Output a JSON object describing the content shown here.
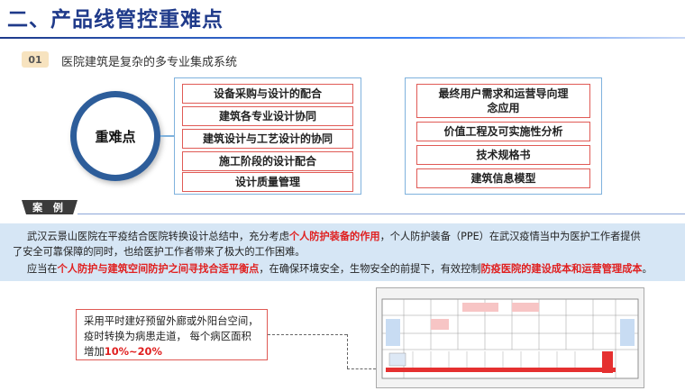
{
  "header": {
    "title": "二、产品线管控重难点"
  },
  "section": {
    "number": "01",
    "text": "医院建筑是复杂的多专业集成系统"
  },
  "center": {
    "label": "重难点"
  },
  "left_items": [
    "设备采购与设计的配合",
    "建筑各专业设计协同",
    "建筑设计与工艺设计的协同",
    "施工阶段的设计配合",
    "设计质量管理"
  ],
  "right_items": [
    "最终用户需求和运营导向理念应用",
    "价值工程及可实施性分析",
    "技术规格书",
    "建筑信息模型"
  ],
  "case": {
    "tag": "案 例",
    "p1_a": "武汉云景山医院在平疫结合医院转换设计总结中，充分考虑",
    "p1_hl": "个人防护装备的作用",
    "p1_b": "，个人防护装备（PPE）在武汉疫情当中为医护工作者提供",
    "p1_c": "了安全可靠保障的同时，也给医护工作者带来了极大的工作困难。",
    "p2_a": "应当在",
    "p2_hl1": "个人防护与建筑空间防护之间寻找合适平衡点",
    "p2_b": "，在确保环境安全，生物安全的前提下，有效控制",
    "p2_hl2": "防疫医院的建设成本和运营管理成本",
    "p2_c": "。"
  },
  "note": {
    "line1": "采用平时建好预留外廊或外阳台空间，",
    "line2": "疫时转换为病患走道， 每个病区面积",
    "line3_a": "增加",
    "line3_hl": "10%~20%"
  },
  "colors": {
    "title": "#1f3a8a",
    "accent_red": "#e02020",
    "box_border": "#7fb2dd",
    "item_border": "#e05a55",
    "case_bg": "#d6e6f5",
    "circle": "#2d5d9a"
  }
}
